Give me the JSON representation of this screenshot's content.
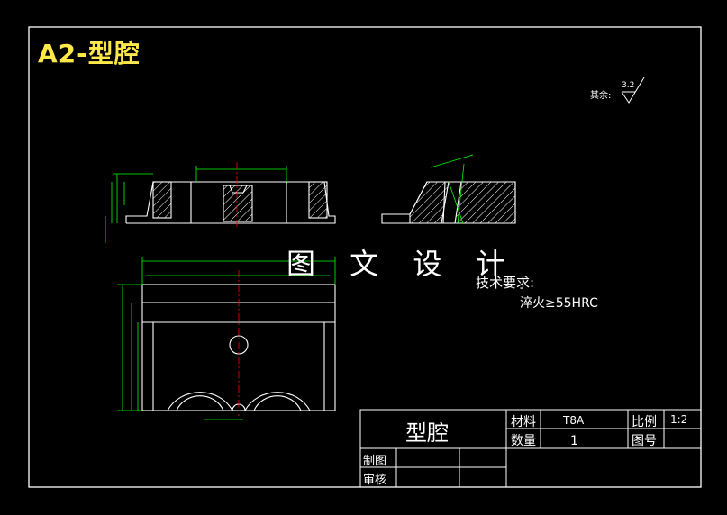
{
  "title": "A2-型腔",
  "watermark": "图 文 设 计",
  "roughness": {
    "prefix": "其余:",
    "value": "3.2"
  },
  "technical": {
    "heading": "技术要求:",
    "item": "淬火≥55HRC"
  },
  "title_block": {
    "part_name": "型腔",
    "material_label": "材料",
    "material_value": "T8A",
    "scale_label": "比例",
    "scale_value": "1:2",
    "quantity_label": "数量",
    "quantity_value": "1",
    "drawing_no_label": "图号",
    "drawn_label": "制图",
    "checked_label": "审核"
  },
  "colors": {
    "background": "#000000",
    "outline": "#ffffff",
    "dimension": "#00ff00",
    "centerline": "#ff0000",
    "title": "#ffe94a"
  }
}
